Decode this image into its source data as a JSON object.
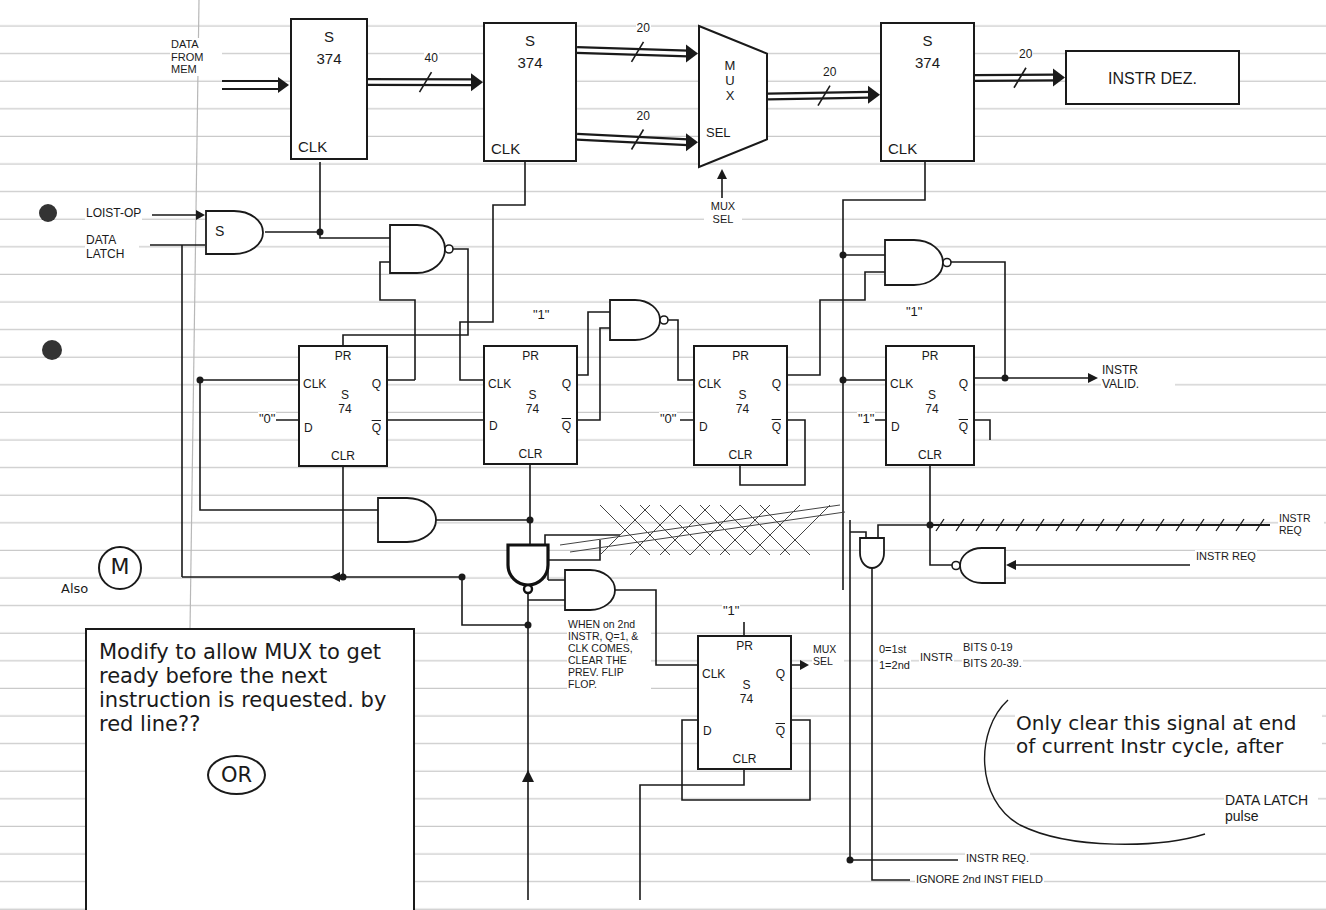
{
  "diagram": {
    "nodes": [
      {
        "text": [
          "S",
          "374",
          "CLK"
        ]
      },
      {
        "text": [
          "S",
          "374",
          "CLK"
        ]
      },
      {
        "text": [
          "MUX",
          "SEL"
        ]
      },
      {
        "text": [
          "S",
          "374",
          "CLK"
        ]
      },
      {
        "text": [
          "INSTR DEZ."
        ]
      },
      {
        "text": [
          "PR",
          "CLK",
          "S 74",
          "Q",
          "D",
          "Q",
          "CLR"
        ]
      },
      {
        "text": [
          "PR",
          "CLK",
          "S 74",
          "Q",
          "D",
          "Q",
          "CLR"
        ]
      },
      {
        "text": [
          "PR",
          "CLK",
          "S 74",
          "Q",
          "D",
          "Q",
          "CLR"
        ]
      },
      {
        "text": [
          "PR",
          "CLK",
          "S 74",
          "Q",
          "D",
          "Q",
          "CLR"
        ]
      },
      {
        "text": [
          "PR",
          "CLK",
          "S 74",
          "Q",
          "D",
          "Q",
          "CLR"
        ]
      },
      {
        "text": [
          "S"
        ]
      },
      {
        "text": [
          "Modify to allow MUX to get ready before the next instruction is requested. by red line??",
          "OR"
        ]
      },
      {
        "text": [
          "M"
        ]
      }
    ],
    "edges": [
      {
        "from": 0,
        "to": 1,
        "arrow": "to",
        "label": "40"
      },
      {
        "from": 1,
        "to": 2,
        "arrow": "to",
        "label": "20"
      },
      {
        "from": 1,
        "to": 2,
        "arrow": "to",
        "label": "20"
      },
      {
        "from": 2,
        "to": 3,
        "arrow": "to",
        "label": "20"
      },
      {
        "from": 3,
        "to": 4,
        "arrow": "to",
        "label": "20"
      }
    ],
    "labels": [
      "DATA FROM MEM",
      "LOIST-OP",
      "DATA LATCH",
      "MUX SEL",
      "\"1\"",
      "\"0\"",
      "\"0\"",
      "\"1\"",
      "\"1\"",
      "INSTR VALID.",
      "INSTR REQ",
      "INSTR REQ",
      "WHEN on 2nd INSTR, Q=1, & CLK COMES, CLEAR THE PREV. FLIP FLOP.",
      "\"1\"",
      "MUX SEL",
      "0=1st",
      "1=2nd",
      "INSTR",
      "BITS 0-19",
      "BITS 20-39.",
      "Only clear this signal at end of current Instr cycle, after",
      "DATA LATCH pulse",
      "INSTR REQ.",
      "IGNORE 2nd INST FIELD",
      "Also"
    ]
  }
}
